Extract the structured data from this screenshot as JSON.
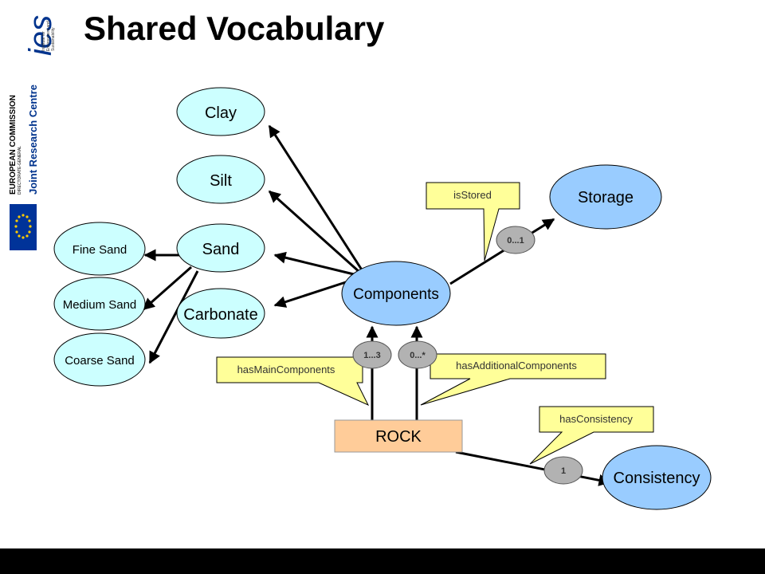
{
  "slide": {
    "title": "Shared Vocabulary"
  },
  "logos": {
    "ies_letters": "ies",
    "ies_subtext": [
      "Institute for",
      "Environment and",
      "Sustainability"
    ],
    "ec_name": "EUROPEAN COMMISSION",
    "ec_dg": "DIRECTORATE-GENERAL",
    "ec_jrc": "Joint Research Centre"
  },
  "nodes": {
    "clay": "Clay",
    "silt": "Silt",
    "sand": "Sand",
    "carbonate": "Carbonate",
    "fine_sand": "Fine Sand",
    "medium_sand": "Medium Sand",
    "coarse_sand": "Coarse Sand",
    "components": "Components",
    "storage": "Storage",
    "rock": "ROCK",
    "consistency": "Consistency"
  },
  "callouts": {
    "is_stored": "isStored",
    "has_main_components": "hasMainComponents",
    "has_additional_components": "hasAdditionalComponents",
    "has_consistency": "hasConsistency"
  },
  "cardinalities": {
    "storage": "0...1",
    "main": "1...3",
    "additional": "0...*",
    "consistency": "1"
  },
  "colors": {
    "light_node": "#ccffff",
    "blue_node": "#99ccff",
    "rock_fill": "#ffcc99",
    "callout_fill": "#ffff99",
    "badge_fill": "#b2b2b2",
    "eu_blue": "#003399",
    "eu_star": "#ffcc00"
  }
}
